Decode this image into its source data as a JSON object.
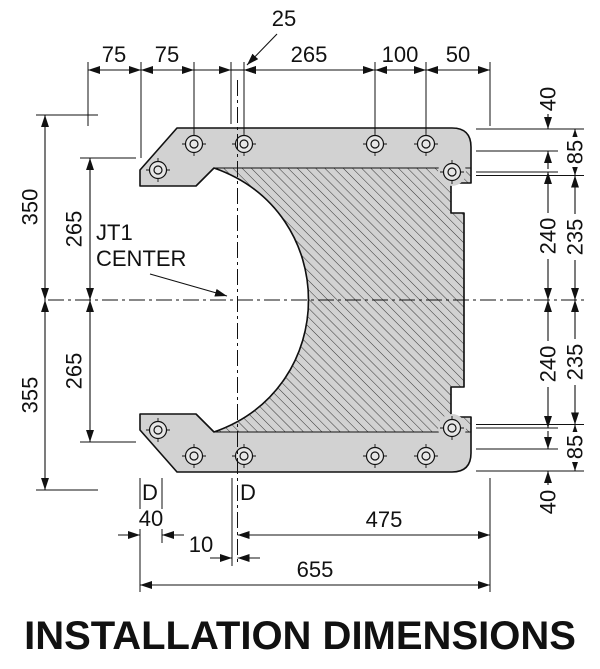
{
  "colors": {
    "part_fill": "#d2d2d2",
    "line_color": "#111111",
    "background": "#ffffff"
  },
  "labels": {
    "jt1": "JT1",
    "center": "CENTER",
    "d_left": "D",
    "d_right": "D",
    "title": "INSTALLATION DIMENSIONS"
  },
  "dimensions": {
    "top": {
      "seg1_75": "75",
      "seg2_75": "75",
      "seg3_25": "25",
      "seg4_265": "265",
      "seg5_100": "100",
      "seg6_50": "50"
    },
    "left": {
      "d350": "350",
      "d265_top": "265",
      "d265_bottom": "265",
      "d355": "355"
    },
    "right": {
      "d40_top": "40",
      "d85_top": "85",
      "d240_top": "240",
      "d235_top": "235",
      "d240_bottom": "240",
      "d235_bottom": "235",
      "d85_bottom": "85",
      "d40_bottom": "40"
    },
    "bottom": {
      "d40": "40",
      "d10": "10",
      "d475": "475",
      "d655": "655"
    }
  }
}
